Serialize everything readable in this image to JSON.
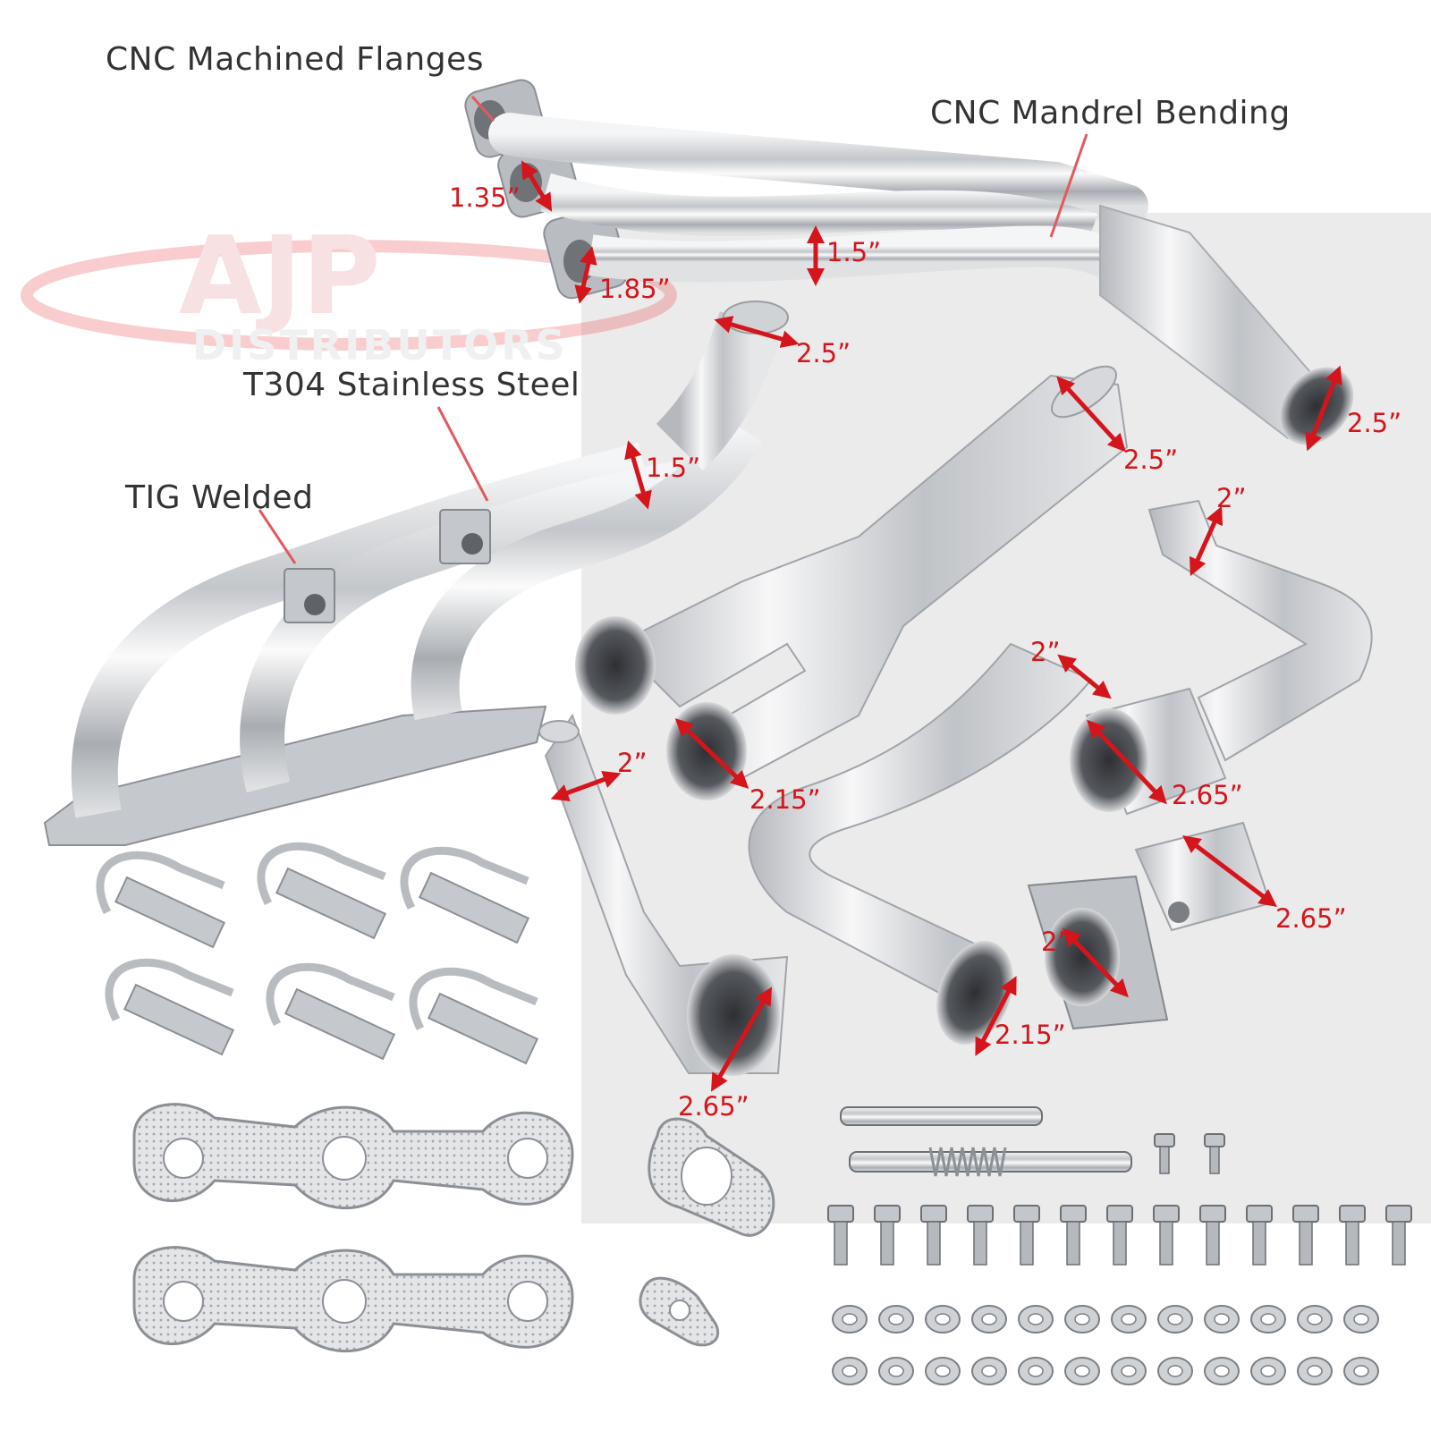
{
  "watermark": {
    "brand": "AJP",
    "sub": "DISTRIBUTORS",
    "accent": "#e8474c"
  },
  "colors": {
    "chrome": "#c9ccd0",
    "chrome_dark": "#8c9096",
    "dimension_red": "#d4151b",
    "label_text": "#333333",
    "background_panel": "#ebebeb"
  },
  "features": {
    "cnc_flanges": "CNC Machined Flanges",
    "cnc_bending": "CNC Mandrel Bending",
    "t304": "T304 Stainless Steel",
    "tig": "TIG Welded"
  },
  "dims": {
    "d135": "1.35”",
    "d15a": "1.5”",
    "d185": "1.85”",
    "d25a": "2.5”",
    "d25b": "2.5”",
    "d15b": "1.5”",
    "d25c": "2.5”",
    "d2a": "2”",
    "d2b": "2”",
    "d2c": "2”",
    "d215a": "2.15”",
    "d265a": "2.65”",
    "d265b": "2.65”",
    "d2d": "2”",
    "d215b": "2.15”",
    "d265c": "2.65”"
  }
}
